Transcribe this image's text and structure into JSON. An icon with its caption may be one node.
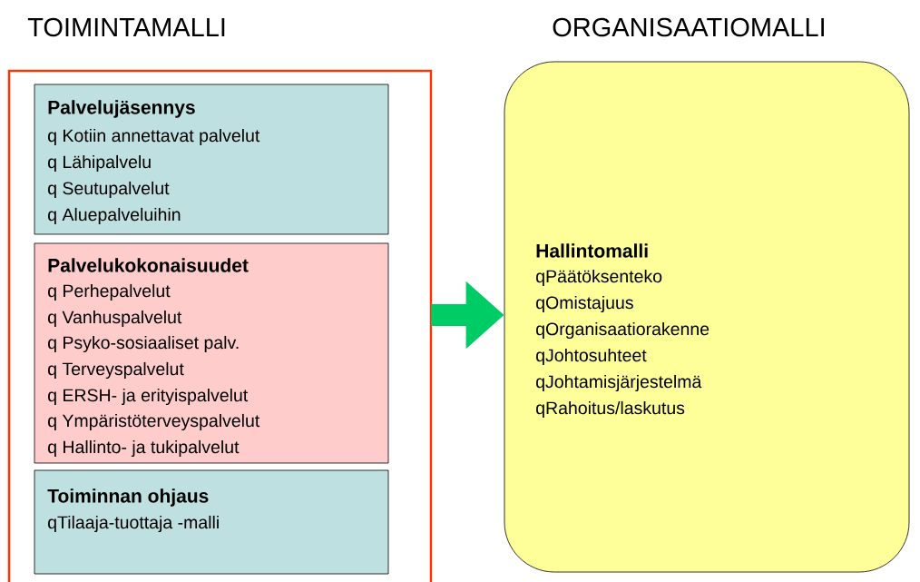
{
  "diagram": {
    "nodes": [
      {
        "text": [
          "TOIMINTAMALLI"
        ]
      },
      {
        "text": [
          "Palvelujäsennys",
          "q Kotiin annettavat palvelut",
          "q Lähipalvelu",
          "q Seutupalvelut",
          "q Aluepalveluihin"
        ],
        "in": 0
      },
      {
        "text": [
          "Palvelukokonaisuudet",
          "q Perhepalvelut",
          "q Vanhuspalvelut",
          "q Psyko-sosiaaliset palv.",
          "q Terveyspalvelut",
          "q ERSH- ja erityispalvelut",
          "q Ympäristöterveyspalvelut",
          "q Hallinto- ja tukipalvelut"
        ],
        "in": 0
      },
      {
        "text": [
          "Toiminnan ohjaus",
          "qTilaaja-tuottaja -malli"
        ],
        "in": 0
      },
      {
        "text": [
          "ORGANISAATIOMALLI",
          "Hallintomalli",
          "qPäätöksenteko",
          "qOmistajuus",
          "qOrganisaatiorakenne",
          "qJohtosuhteet",
          "qJohtamisjärjestelmä",
          "qRahoitus/laskutus"
        ]
      }
    ],
    "edges": [
      {
        "from": 0,
        "to": 4,
        "arrow": "to"
      }
    ]
  }
}
